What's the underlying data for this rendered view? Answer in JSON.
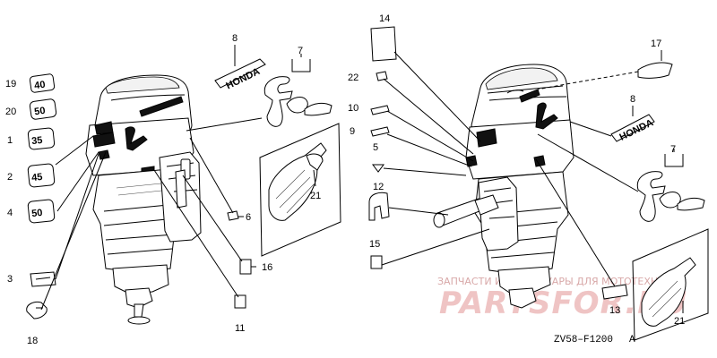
{
  "diagram_code": "ZV58–F1200",
  "diagram_code_suffix": "A",
  "watermark": {
    "caption": "ЗАПЧАСТИ И АКСЕССУАРЫ ДЛЯ МОТОТЕХНИКИ",
    "brand": "PARTSFOR.RU"
  },
  "emblem_texts": {
    "honda": "HONDA",
    "hp40": "40",
    "hp50": "50",
    "hp35": "35",
    "hp45": "45"
  },
  "callouts": {
    "c19": "19",
    "c20": "20",
    "c1": "1",
    "c2": "2",
    "c4": "4",
    "c3": "3",
    "c18": "18",
    "c8L": "8",
    "c7L": "7",
    "c6": "6",
    "c21L": "21",
    "c16": "16",
    "c11": "11",
    "c14": "14",
    "c17": "17",
    "c22": "22",
    "c10": "10",
    "c9": "9",
    "c5": "5",
    "c8R": "8",
    "c7R": "7",
    "c12": "12",
    "c15": "15",
    "c13": "13",
    "c21R": "21"
  }
}
